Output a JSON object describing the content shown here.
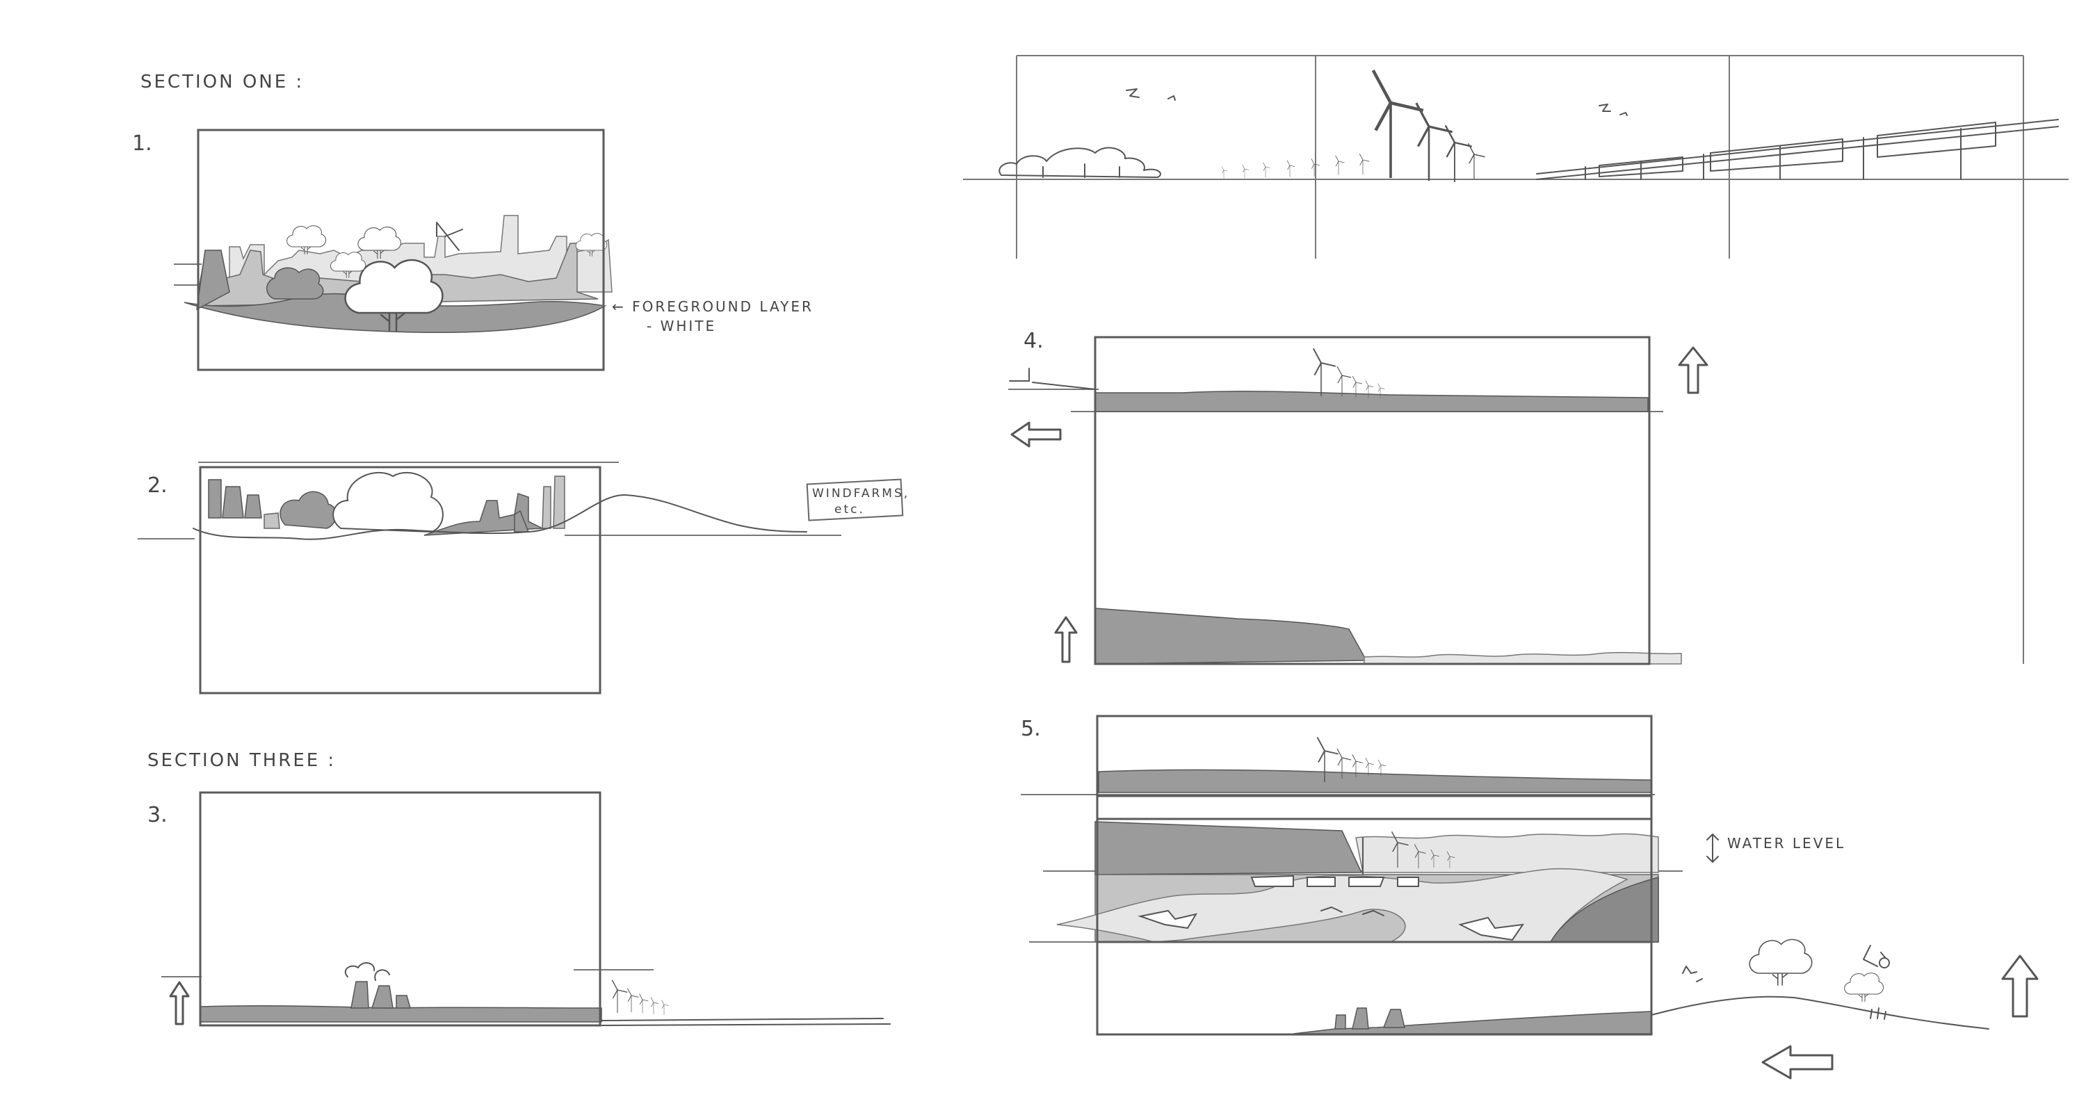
{
  "labels": {
    "section_one": "SECTION ONE :",
    "section_three": "SECTION THREE :",
    "foreground_note_line1": "← FOREGROUND LAYER",
    "foreground_note_line2": "- WHITE",
    "windfarms_note_line1": "WINDFARMS,",
    "windfarms_note_line2": "etc.",
    "water_level": "WATER LEVEL"
  },
  "panel_numbers": {
    "p1": "1.",
    "p2": "2.",
    "p3": "3.",
    "p4": "4.",
    "p5": "5."
  },
  "colors": {
    "ink": "#555555",
    "light_grey": "#e6e6e6",
    "mid_grey": "#c4c4c4",
    "dark_grey": "#9b9b9b"
  },
  "icons": [
    "wind-turbine-icon",
    "tree-icon",
    "factory-icon",
    "solar-panel-icon",
    "arrow-up-icon",
    "arrow-left-icon",
    "bird-icon",
    "bee-icon"
  ]
}
